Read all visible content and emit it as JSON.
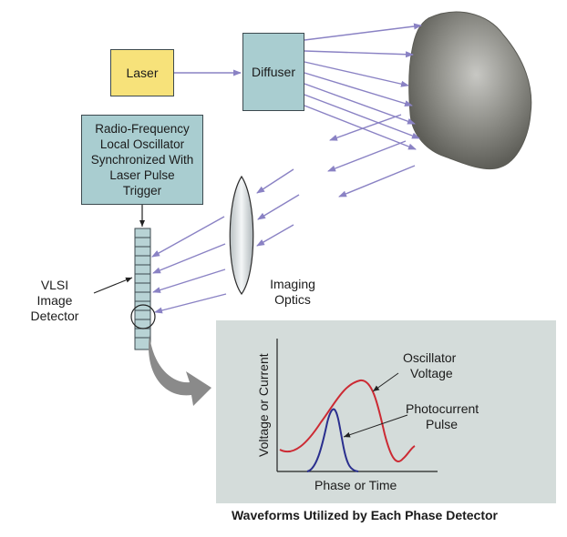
{
  "blocks": {
    "laser": "Laser",
    "diffuser": "Diffuser",
    "rf_oscillator": [
      "Radio-Frequency",
      "Local Oscillator",
      "Synchronized With",
      "Laser Pulse",
      "Trigger"
    ]
  },
  "labels": {
    "vlsi": [
      "VLSI",
      "Image",
      "Detector"
    ],
    "imaging_optics": [
      "Imaging",
      "Optics"
    ]
  },
  "waveform_panel": {
    "y_axis_label": "Voltage or Current",
    "x_axis_label": "Phase or Time",
    "oscillator_label": [
      "Oscillator",
      "Voltage"
    ],
    "photocurrent_label": [
      "Photocurrent",
      "Pulse"
    ]
  },
  "caption": "Waveforms Utilized by Each Phase Detector",
  "colors": {
    "laser_fill": "#f7e27a",
    "block_fill": "#a9cdd0",
    "beam": "#8a82c4",
    "oscillator_curve": "#cc2a33",
    "photocurrent_curve": "#2a2f8e",
    "panel_fill": "#d4dcda"
  }
}
